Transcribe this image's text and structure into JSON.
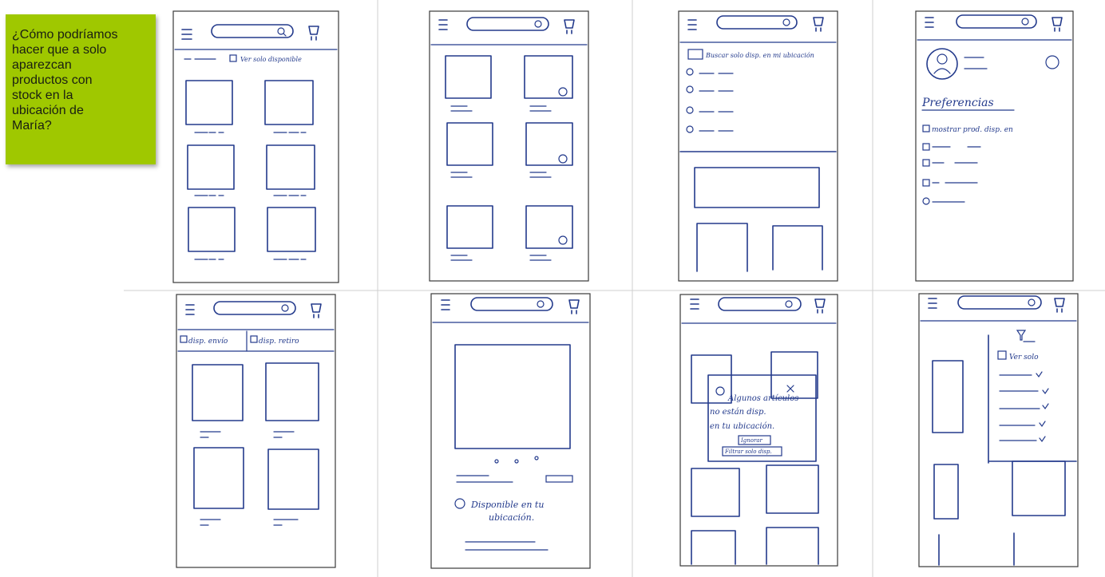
{
  "sticky_note": {
    "text": "¿Cómo podríamos\nhacer que a solo\naparezcan\nproductos con\nstock en la\nubicación de\nMaría?"
  },
  "sketches": {
    "s1_filter": "Ver solo disponible",
    "s3_search": "Buscar solo disp. en mi ubicación",
    "s4_prefs_title": "Preferencias",
    "s4_pref_item": "mostrar prod. disp. en",
    "s5_tab_home": "disp. envío",
    "s5_tab_pickup": "disp. retiro",
    "s6_available": "Disponible en tu",
    "s6_location": "ubicación.",
    "s7_modal_line1": "Algunos artículos",
    "s7_modal_line2": "no están disp.",
    "s7_modal_line3": "en tu ubicación.",
    "s7_btn1": "Ignorar",
    "s7_btn2": "Filtrar solo disp.",
    "s8_filter": "Ver solo"
  },
  "colors": {
    "sticky": "#9fc800",
    "ink": "#233a8c"
  }
}
